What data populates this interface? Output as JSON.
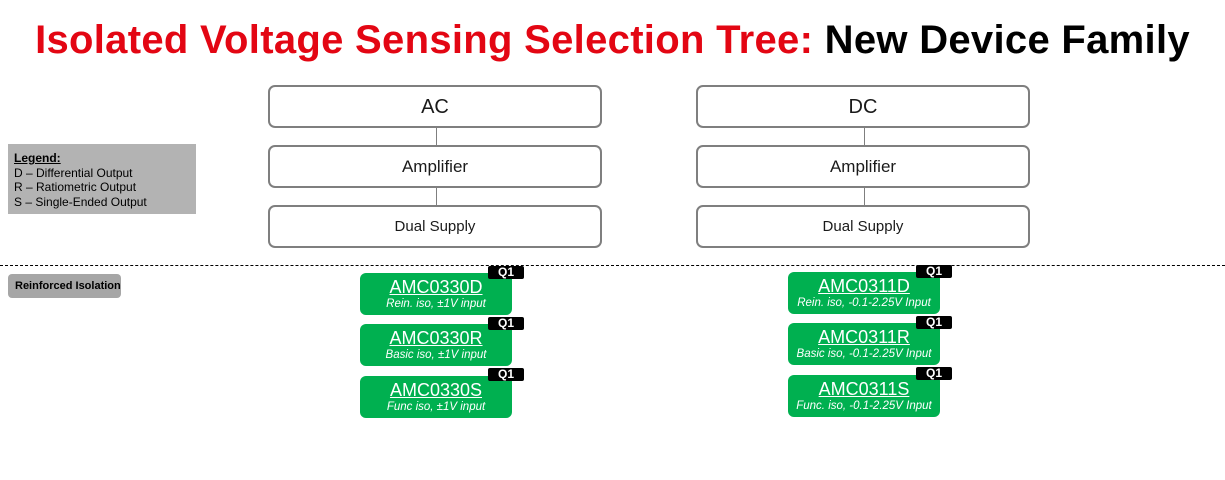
{
  "title": {
    "red_part": "Isolated Voltage Sensing Selection Tree:",
    "black_part": "New Device Family"
  },
  "legend": {
    "heading": "Legend:",
    "items": [
      "D – Differential Output",
      "R – Ratiometric Output",
      "S – Single-Ended Output"
    ]
  },
  "isolation_tag": "Reinforced Isolation",
  "tree": {
    "ac": {
      "root": "AC",
      "type": "Amplifier",
      "supply": "Dual Supply",
      "devices": [
        {
          "part": "AMC0330D",
          "desc": "Rein. iso, ±1V input",
          "badge": "Q1"
        },
        {
          "part": "AMC0330R",
          "desc": "Basic iso, ±1V input",
          "badge": "Q1"
        },
        {
          "part": "AMC0330S",
          "desc": "Func iso, ±1V input",
          "badge": "Q1"
        }
      ]
    },
    "dc": {
      "root": "DC",
      "type": "Amplifier",
      "supply": "Dual Supply",
      "devices": [
        {
          "part": "AMC0311D",
          "desc": "Rein. iso, -0.1-2.25V Input",
          "badge": "Q1"
        },
        {
          "part": "AMC0311R",
          "desc": "Basic iso, -0.1-2.25V Input",
          "badge": "Q1"
        },
        {
          "part": "AMC0311S",
          "desc": "Func. iso, -0.1-2.25V Input",
          "badge": "Q1"
        }
      ]
    }
  },
  "colors": {
    "title_red": "#e30613",
    "card_green": "#00b050",
    "legend_gray": "#b3b3b3",
    "node_border": "#7f7f7f"
  }
}
